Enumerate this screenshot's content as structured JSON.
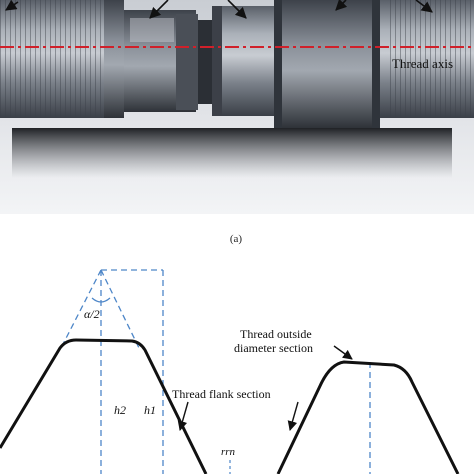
{
  "figure": {
    "panel_a_label": "(a)",
    "photo_labels": {
      "thread_axis": "Thread axis"
    },
    "schematic_labels": {
      "alpha_half": "α/2",
      "h2": "h2",
      "h1": "h1",
      "outside_section_line1": "Thread outside",
      "outside_section_line2": "diameter section",
      "flank_section": "Thread  flank section",
      "rrn": "rrn"
    },
    "colors": {
      "axis_dash": "#d0202a",
      "guide_dash": "#4d86c8",
      "profile": "#111111",
      "metal_dark": "#3e434b",
      "metal_mid": "#7a808a",
      "metal_light": "#b9bec6",
      "bg_photo": "#d8dbe0"
    }
  }
}
